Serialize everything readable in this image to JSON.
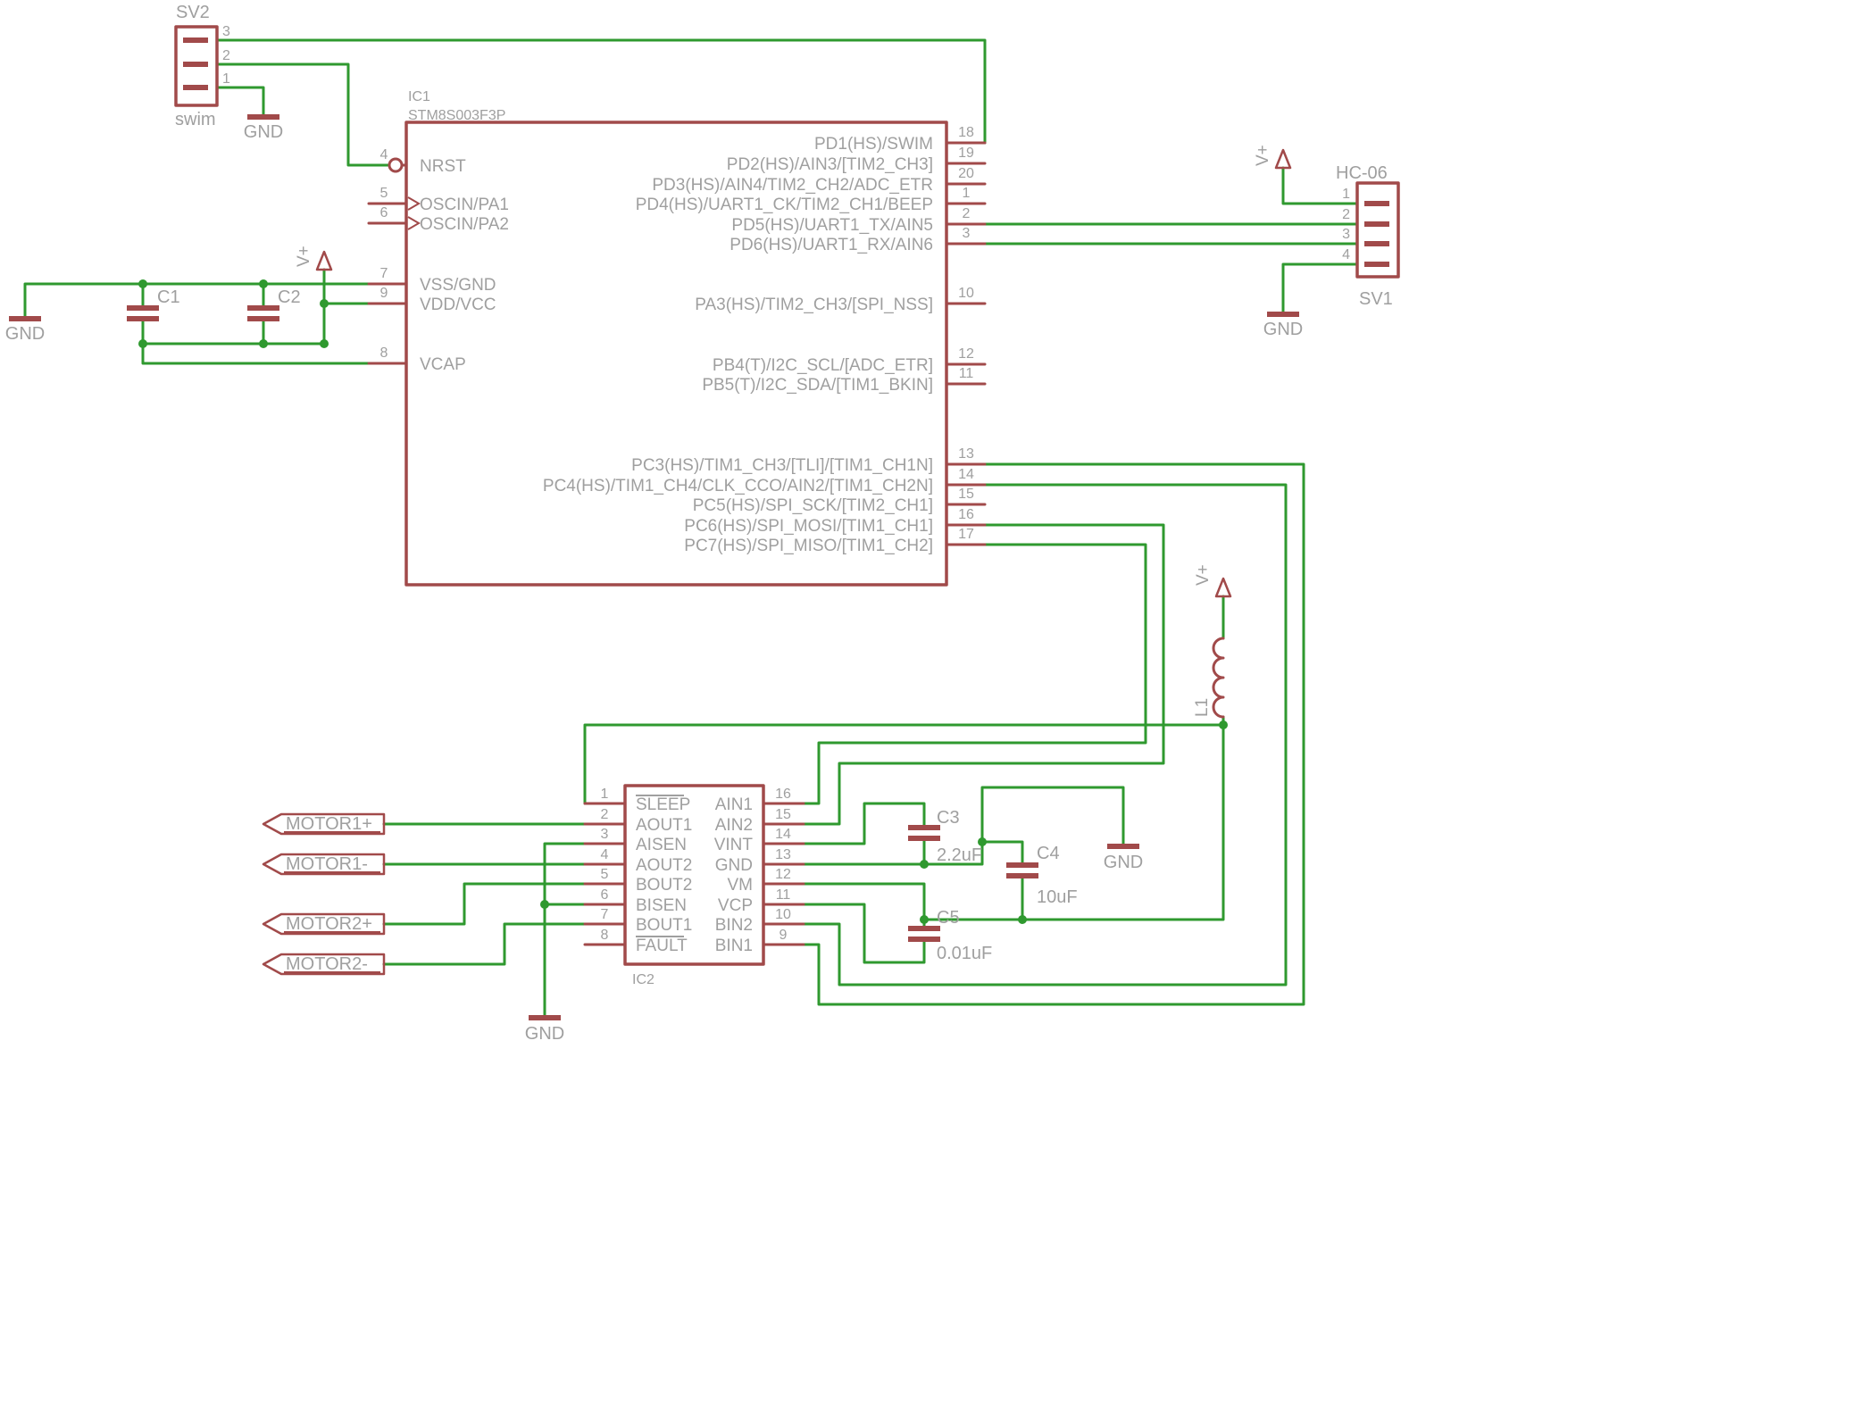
{
  "colors": {
    "wire": "#2f992f",
    "part": "#a14a4a",
    "text": "#9f9f9f",
    "background": "#ffffff"
  },
  "power": {
    "vplus": "V+",
    "gnd": "GND"
  },
  "connectors": {
    "sv2": {
      "ref": "SV2",
      "value": "swim",
      "pins": [
        "3",
        "2",
        "1"
      ]
    },
    "sv1": {
      "ref": "SV1",
      "value": "HC-06",
      "pins": [
        "1",
        "2",
        "3",
        "4"
      ]
    }
  },
  "ic1": {
    "ref": "IC1",
    "value": "STM8S003F3P",
    "left_pins": [
      {
        "num": "4",
        "name": "NRST"
      },
      {
        "num": "5",
        "name": "OSCIN/PA1"
      },
      {
        "num": "6",
        "name": "OSCIN/PA2"
      },
      {
        "num": "7",
        "name": "VSS/GND"
      },
      {
        "num": "9",
        "name": "VDD/VCC"
      },
      {
        "num": "8",
        "name": "VCAP"
      }
    ],
    "right_pins": [
      {
        "num": "18",
        "name": "PD1(HS)/SWIM"
      },
      {
        "num": "19",
        "name": "PD2(HS)/AIN3/[TIM2_CH3]"
      },
      {
        "num": "20",
        "name": "PD3(HS)/AIN4/TIM2_CH2/ADC_ETR"
      },
      {
        "num": "1",
        "name": "PD4(HS)/UART1_CK/TIM2_CH1/BEEP"
      },
      {
        "num": "2",
        "name": "PD5(HS)/UART1_TX/AIN5"
      },
      {
        "num": "3",
        "name": "PD6(HS)/UART1_RX/AIN6"
      },
      {
        "num": "10",
        "name": "PA3(HS)/TIM2_CH3/[SPI_NSS]"
      },
      {
        "num": "12",
        "name": "PB4(T)/I2C_SCL/[ADC_ETR]"
      },
      {
        "num": "11",
        "name": "PB5(T)/I2C_SDA/[TIM1_BKIN]"
      },
      {
        "num": "13",
        "name": "PC3(HS)/TIM1_CH3/[TLI]/[TIM1_CH1N]"
      },
      {
        "num": "14",
        "name": "PC4(HS)/TIM1_CH4/CLK_CCO/AIN2/[TIM1_CH2N]"
      },
      {
        "num": "15",
        "name": "PC5(HS)/SPI_SCK/[TIM2_CH1]"
      },
      {
        "num": "16",
        "name": "PC6(HS)/SPI_MOSI/[TIM1_CH1]"
      },
      {
        "num": "17",
        "name": "PC7(HS)/SPI_MISO/[TIM1_CH2]"
      }
    ]
  },
  "ic2": {
    "ref": "IC2",
    "left_pins": [
      {
        "num": "1",
        "name": "SLEEP"
      },
      {
        "num": "2",
        "name": "AOUT1"
      },
      {
        "num": "3",
        "name": "AISEN"
      },
      {
        "num": "4",
        "name": "AOUT2"
      },
      {
        "num": "5",
        "name": "BOUT2"
      },
      {
        "num": "6",
        "name": "BISEN"
      },
      {
        "num": "7",
        "name": "BOUT1"
      },
      {
        "num": "8",
        "name": "FAULT"
      }
    ],
    "right_pins": [
      {
        "num": "16",
        "name": "AIN1"
      },
      {
        "num": "15",
        "name": "AIN2"
      },
      {
        "num": "14",
        "name": "VINT"
      },
      {
        "num": "13",
        "name": "GND"
      },
      {
        "num": "12",
        "name": "VM"
      },
      {
        "num": "11",
        "name": "VCP"
      },
      {
        "num": "10",
        "name": "BIN2"
      },
      {
        "num": "9",
        "name": "BIN1"
      }
    ]
  },
  "passives": {
    "c1": {
      "ref": "C1"
    },
    "c2": {
      "ref": "C2"
    },
    "c3": {
      "ref": "C3",
      "value": "2.2uF"
    },
    "c4": {
      "ref": "C4",
      "value": "10uF"
    },
    "c5": {
      "ref": "C5",
      "value": "0.01uF"
    },
    "l1": {
      "ref": "L1"
    }
  },
  "net_flags": {
    "motor1_plus": "MOTOR1+",
    "motor1_minus": "MOTOR1-",
    "motor2_plus": "MOTOR2+",
    "motor2_minus": "MOTOR2-"
  }
}
